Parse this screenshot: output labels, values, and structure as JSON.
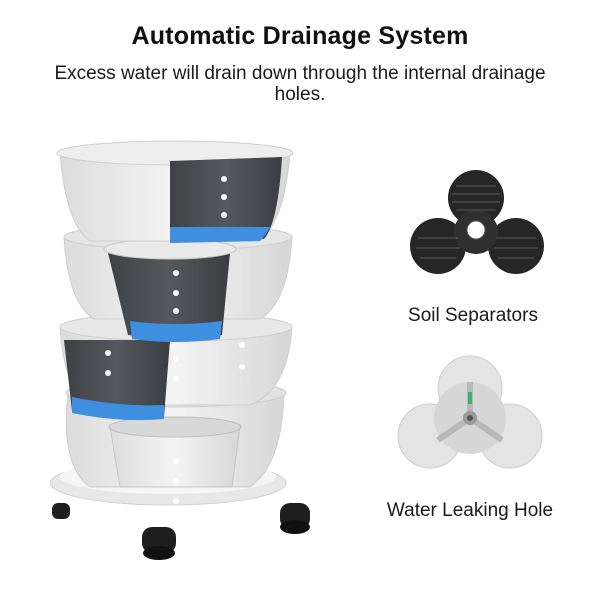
{
  "header": {
    "title": "Automatic Drainage System",
    "subtitle": "Excess water will drain down through the internal drainage holes."
  },
  "features": [
    {
      "label": "Soil Separators",
      "icon": "soil-separator-icon"
    },
    {
      "label": "Water Leaking Hole",
      "icon": "water-leaking-hole-icon"
    }
  ],
  "colors": {
    "pot_white": "#ececec",
    "pot_dark": "#4a4c50",
    "water_blue": "#3f8fe0",
    "tray": "#f0f0f0",
    "wheel": "#1e1e1e"
  }
}
